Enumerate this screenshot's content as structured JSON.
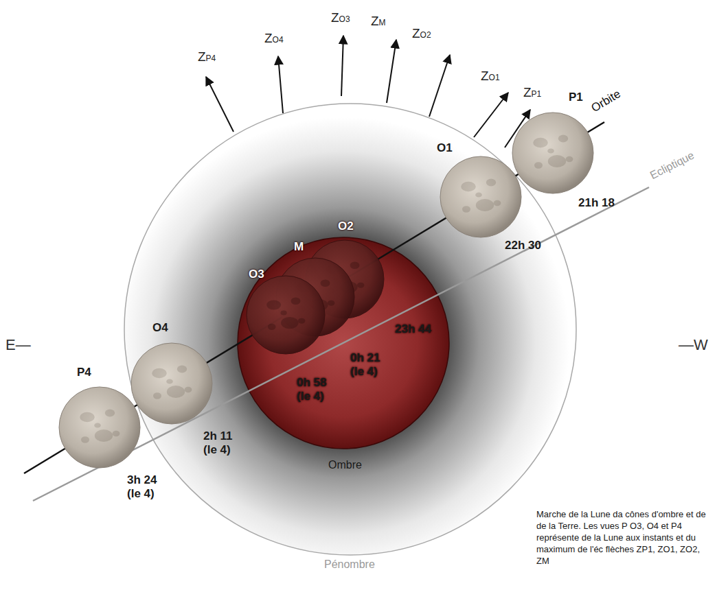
{
  "diagram": {
    "caption": "Marche de la Lune da cônes d'ombre et de de la Terre. Les vues P O3, O4 et P4 représente de la Lune aux instants et du maximum de l'éc flèches ZP1, ZO1, ZO2, ZM",
    "nodes": [
      {
        "text": [
          "Pénombre"
        ]
      },
      {
        "text": [
          "Ombre"
        ],
        "in": 0
      },
      {
        "text": [
          "P1",
          "21h 18"
        ]
      },
      {
        "text": [
          "O1",
          "22h 30"
        ],
        "in": 0
      },
      {
        "text": [
          "O2",
          "23h 44"
        ],
        "in": 1
      },
      {
        "text": [
          "M",
          "0h 21 (le 4)"
        ],
        "in": 1
      },
      {
        "text": [
          "O3",
          "0h 58 (le 4)"
        ],
        "in": 1
      },
      {
        "text": [
          "O4",
          "2h 11 (le 4)"
        ],
        "in": 0
      },
      {
        "text": [
          "P4",
          "3h 24 (le 4)"
        ]
      }
    ],
    "labels": [
      "ZP4",
      "ZO4",
      "ZO3",
      "ZM",
      "ZO2",
      "ZO1",
      "ZP1",
      "Orbite",
      "Ecliptique",
      "E—",
      "—W"
    ]
  }
}
